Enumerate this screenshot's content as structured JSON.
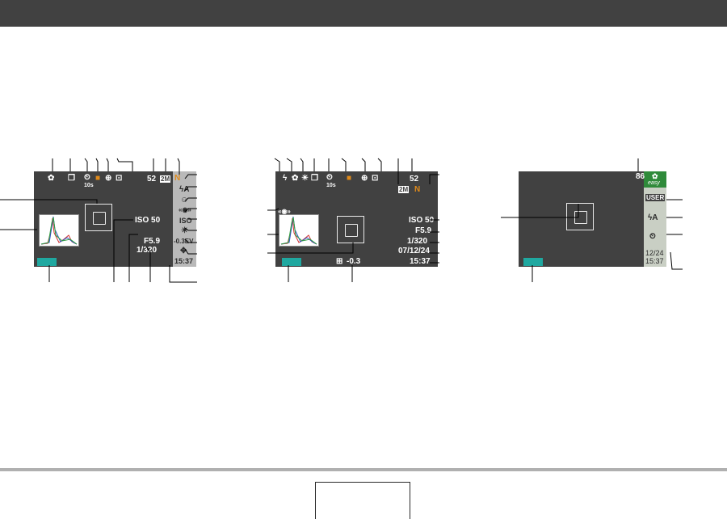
{
  "screens": {
    "screen1": {
      "shots_remaining": "52",
      "iso": "ISO 50",
      "aperture": "F5.9",
      "shutter": "1/320",
      "ev": "-0.3EV",
      "time": "15:37",
      "timer_small": "10s",
      "sidebar_iso": "ISO"
    },
    "screen2": {
      "shots_remaining": "52",
      "iso": "ISO 50",
      "aperture": "F5.9",
      "shutter": "1/320",
      "date": "07/12/24",
      "time": "15:37",
      "ev": "-0.3",
      "timer_small": "10s",
      "quality": "N"
    },
    "screen3": {
      "shots_remaining": "86",
      "easy_label": "easy",
      "user_label": "USER",
      "date": "12/24",
      "time": "15:37"
    }
  },
  "colors": {
    "screen_bg": "#414141",
    "sidebar": "#b9b9b9",
    "battery": "#1fa8a0",
    "accent_orange": "#e08a1a",
    "easy_green": "#2f8a3a"
  }
}
